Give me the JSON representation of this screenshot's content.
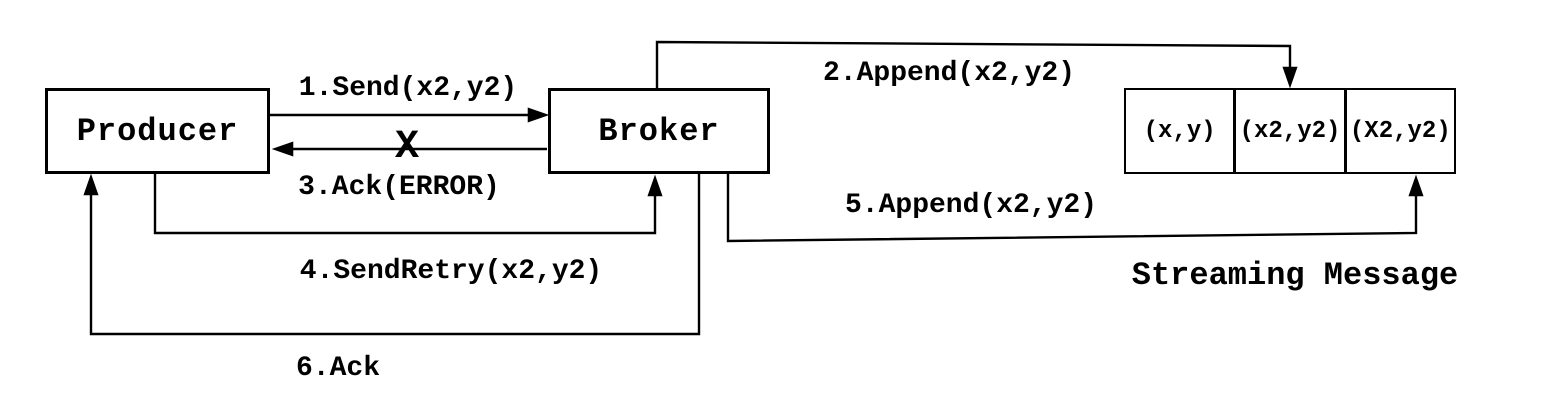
{
  "diagram": {
    "nodes": {
      "producer": "Producer",
      "broker": "Broker"
    },
    "stream": {
      "cells": [
        "(x,y)",
        "(x2,y2)",
        "(X2,y2)"
      ],
      "caption": "Streaming Message"
    },
    "messages": {
      "m1": "1.Send(x2,y2)",
      "m2": "2.Append(x2,y2)",
      "m3": "3.Ack(ERROR)",
      "m4": "4.SendRetry(x2,y2)",
      "m5": "5.Append(x2,y2)",
      "m6": "6.Ack"
    },
    "failure_mark": "X",
    "colors": {
      "line": "#000000",
      "background": "#ffffff"
    }
  }
}
